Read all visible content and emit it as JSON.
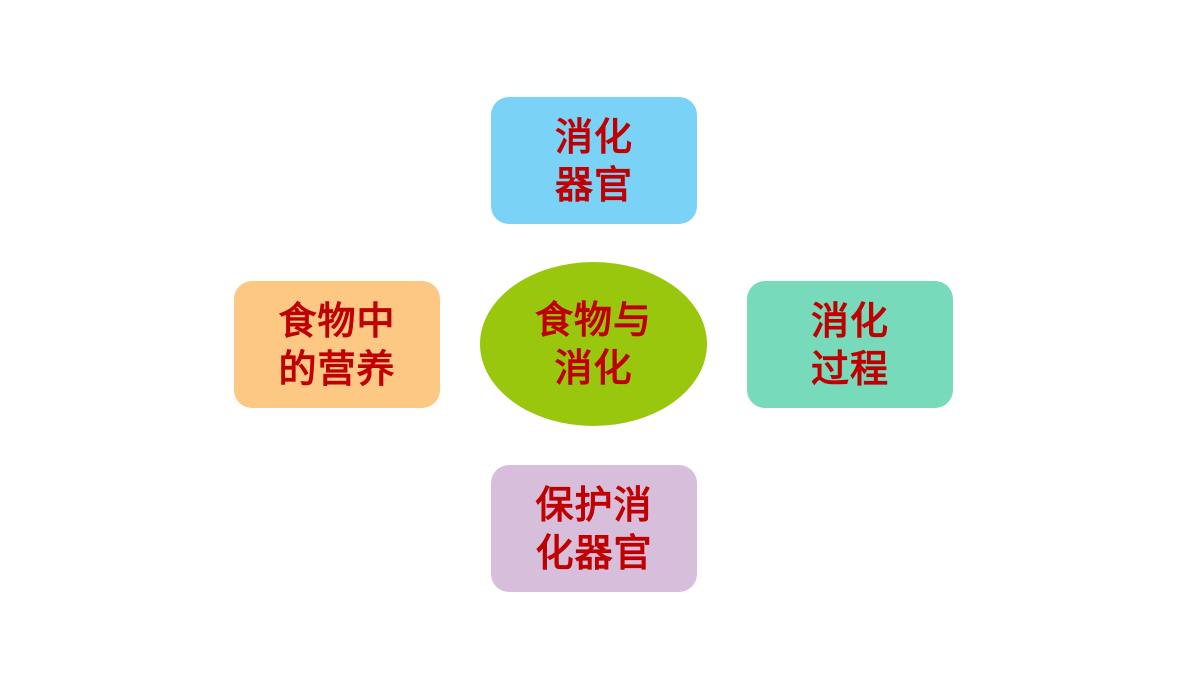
{
  "diagram": {
    "center": {
      "lines": [
        "食物与",
        "消化"
      ],
      "color": "#99c70e"
    },
    "top": {
      "lines": [
        "消化",
        "器官"
      ],
      "color": "#7ad3f7"
    },
    "left": {
      "lines": [
        "食物中",
        "的营养"
      ],
      "color": "#fdc883"
    },
    "right": {
      "lines": [
        "消化",
        "过程"
      ],
      "color": "#77dbbb"
    },
    "bottom": {
      "lines": [
        "保护消",
        "化器官"
      ],
      "color": "#d7bfdc"
    },
    "text_color": "#c00000"
  }
}
